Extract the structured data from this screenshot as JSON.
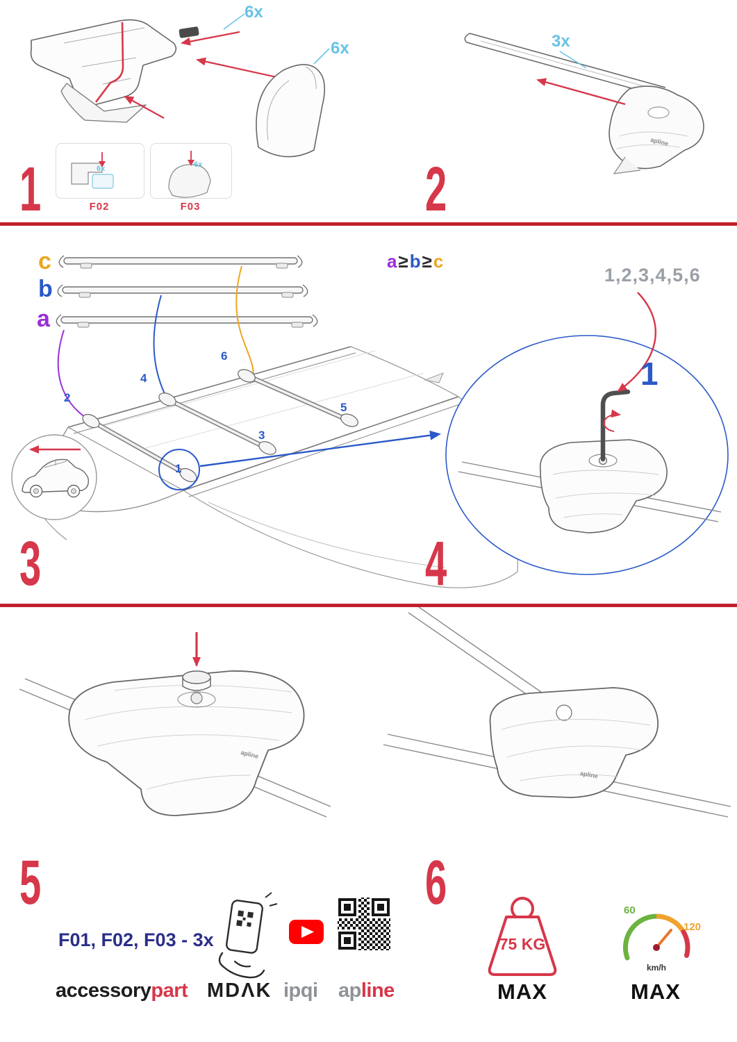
{
  "colors": {
    "accent_red": "#d6374a",
    "divider_red": "#c2202e",
    "cyan": "#68c3e6",
    "purple": "#9a2fd6",
    "blue": "#2b59c9",
    "orange": "#eda621",
    "navy": "#2b2e88",
    "sequence_gray": "#9aa0a6",
    "speed_green": "#6cb33f",
    "speed_orange": "#f0a22e",
    "youtube_red": "#ff0000"
  },
  "step1": {
    "number": "1",
    "qty_top": "6x",
    "qty_side": "6x",
    "box1": {
      "label": "F02",
      "qty": "6x"
    },
    "box2": {
      "label": "F03",
      "qty": "6x"
    }
  },
  "step2": {
    "number": "2",
    "qty": "3x",
    "brand_small": "apline"
  },
  "step3": {
    "number": "3",
    "bars": {
      "c": "c",
      "b": "b",
      "a": "a"
    },
    "formula": {
      "a": "a",
      "ge1": "≥",
      "b": "b",
      "ge2": "≥",
      "c": "c"
    },
    "positions": {
      "p1": "1",
      "p2": "2",
      "p3": "3",
      "p4": "4",
      "p5": "5",
      "p6": "6"
    }
  },
  "step4": {
    "number": "4",
    "sequence": "1,2,3,4,5,6",
    "first": "1"
  },
  "step5": {
    "number": "5",
    "brand_small": "apline"
  },
  "step6": {
    "number": "6",
    "brand_small": "apline"
  },
  "footer": {
    "kit_note": "F01, F02, F03 - 3x",
    "brands": {
      "b1a": "accessory",
      "b1b": "part",
      "b2": "MDΛK",
      "b3": "ipqi",
      "b4a": "ap",
      "b4b": "line"
    }
  },
  "limits": {
    "weight": "75 KG",
    "weight_max": "MAX",
    "speed_low": "60",
    "speed_high": "120",
    "speed_unit": "km/h",
    "speed_max": "MAX"
  }
}
